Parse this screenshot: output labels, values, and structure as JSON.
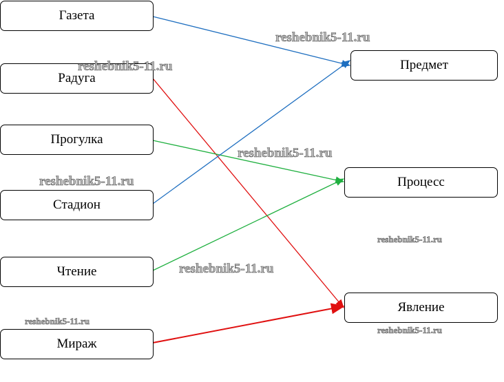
{
  "left_items": [
    "Газета",
    "Радуга",
    "Прогулка",
    "Стадион",
    "Чтение",
    "Мираж"
  ],
  "right_items": [
    "Предмет",
    "Процесс",
    "Явление"
  ],
  "connections": [
    {
      "from": "Газета",
      "to": "Предмет",
      "color": "#1f6fc0"
    },
    {
      "from": "Радуга",
      "to": "Явление",
      "color": "#e01010"
    },
    {
      "from": "Прогулка",
      "to": "Процесс",
      "color": "#20b040"
    },
    {
      "from": "Стадион",
      "to": "Предмет",
      "color": "#1f6fc0"
    },
    {
      "from": "Чтение",
      "to": "Процесс",
      "color": "#20b040"
    },
    {
      "from": "Мираж",
      "to": "Явление",
      "color": "#e01010"
    }
  ],
  "watermark": "reshebnik5-11.ru"
}
